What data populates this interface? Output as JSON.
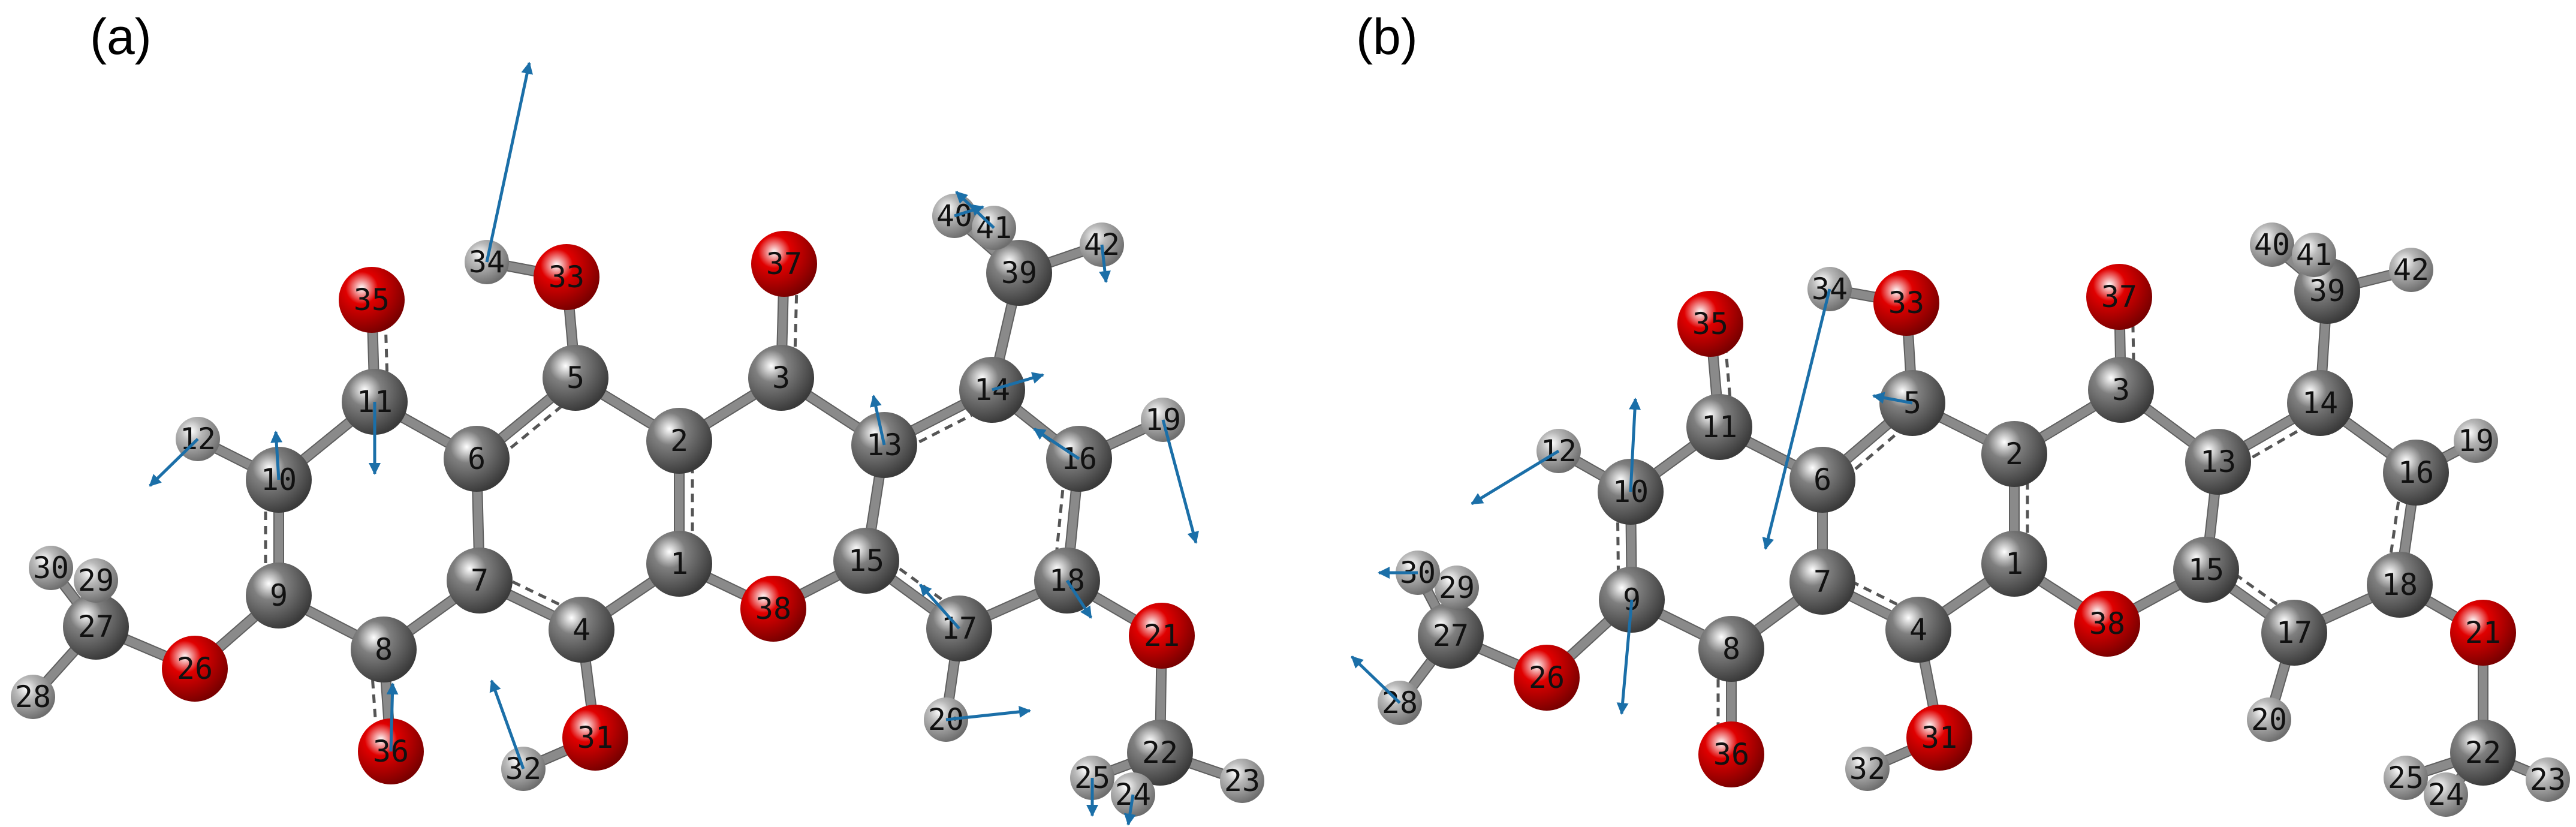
{
  "panels": [
    {
      "id": "a",
      "label": "(a)"
    },
    {
      "id": "b",
      "label": "(b)"
    }
  ],
  "atom_colors": {
    "C": "#7f7f7f",
    "O": "#e00000",
    "H": "#b8b8b8"
  },
  "vector_color": "#1b6fa8",
  "atoms": [
    {
      "n": "1",
      "el": "C"
    },
    {
      "n": "2",
      "el": "C"
    },
    {
      "n": "3",
      "el": "C"
    },
    {
      "n": "4",
      "el": "C"
    },
    {
      "n": "5",
      "el": "C"
    },
    {
      "n": "6",
      "el": "C"
    },
    {
      "n": "7",
      "el": "C"
    },
    {
      "n": "8",
      "el": "C"
    },
    {
      "n": "9",
      "el": "C"
    },
    {
      "n": "10",
      "el": "C"
    },
    {
      "n": "11",
      "el": "C"
    },
    {
      "n": "12",
      "el": "H"
    },
    {
      "n": "13",
      "el": "C"
    },
    {
      "n": "14",
      "el": "C"
    },
    {
      "n": "15",
      "el": "C"
    },
    {
      "n": "16",
      "el": "C"
    },
    {
      "n": "17",
      "el": "C"
    },
    {
      "n": "18",
      "el": "C"
    },
    {
      "n": "19",
      "el": "H"
    },
    {
      "n": "20",
      "el": "H"
    },
    {
      "n": "21",
      "el": "O"
    },
    {
      "n": "22",
      "el": "C"
    },
    {
      "n": "23",
      "el": "H"
    },
    {
      "n": "24",
      "el": "H"
    },
    {
      "n": "25",
      "el": "H"
    },
    {
      "n": "26",
      "el": "O"
    },
    {
      "n": "27",
      "el": "C"
    },
    {
      "n": "28",
      "el": "H"
    },
    {
      "n": "29",
      "el": "H"
    },
    {
      "n": "30",
      "el": "H"
    },
    {
      "n": "31",
      "el": "O"
    },
    {
      "n": "32",
      "el": "H"
    },
    {
      "n": "33",
      "el": "O"
    },
    {
      "n": "34",
      "el": "H"
    },
    {
      "n": "35",
      "el": "O"
    },
    {
      "n": "36",
      "el": "O"
    },
    {
      "n": "37",
      "el": "O"
    },
    {
      "n": "38",
      "el": "O"
    },
    {
      "n": "39",
      "el": "C"
    },
    {
      "n": "40",
      "el": "H"
    },
    {
      "n": "41",
      "el": "H"
    },
    {
      "n": "42",
      "el": "H"
    }
  ]
}
